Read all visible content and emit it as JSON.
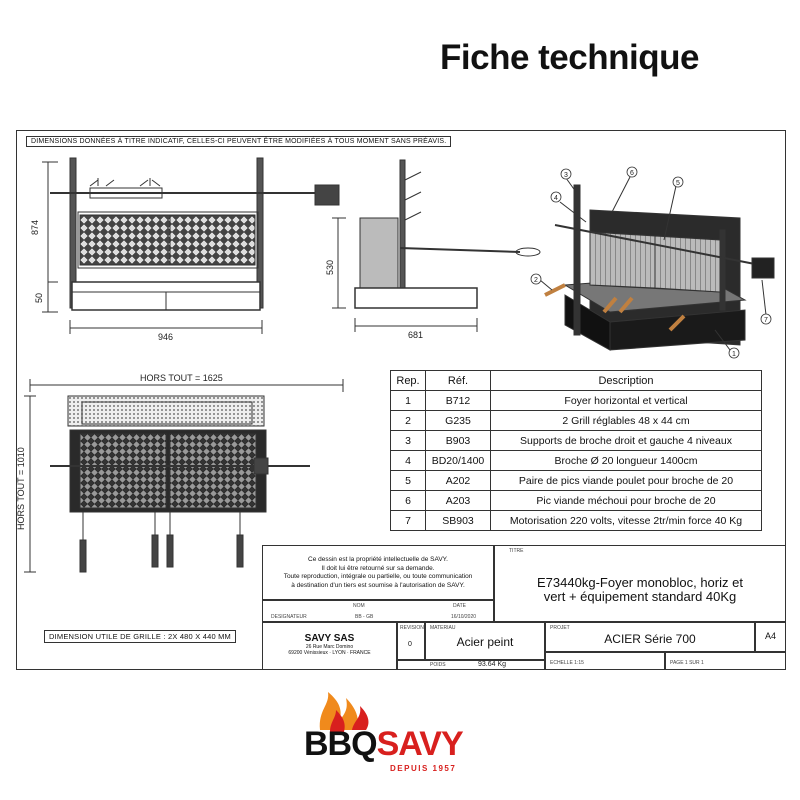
{
  "page": {
    "title": "Fiche technique"
  },
  "drawing": {
    "disclaimer": "DIMENSIONS DONNÉES À TITRE INDICATIF, CELLES-CI PEUVENT ÊTRE MODIFIÉES À TOUS MOMENT SANS PRÉAVIS.",
    "dims": {
      "height_total": "874",
      "height_low": "50",
      "width_front": "946",
      "height_side": "530",
      "depth_side": "681",
      "hors_tout_width": "HORS TOUT = 1625",
      "hors_tout_height": "HORS TOUT = 1010"
    },
    "grill_size": "DIMENSION UTILE DE GRILLE : 2X 480 X 440 MM",
    "callouts": [
      "1",
      "2",
      "3",
      "4",
      "5",
      "6",
      "7"
    ]
  },
  "parts_table": {
    "headers": [
      "Rep.",
      "Réf.",
      "Description"
    ],
    "rows": [
      [
        "1",
        "B712",
        "Foyer horizontal et vertical"
      ],
      [
        "2",
        "G235",
        "2 Grill réglables 48 x 44 cm"
      ],
      [
        "3",
        "B903",
        "Supports de broche droit et gauche 4 niveaux"
      ],
      [
        "4",
        "BD20/1400",
        "Broche Ø 20 longueur 1400cm"
      ],
      [
        "5",
        "A202",
        "Paire de pics viande poulet pour broche de 20"
      ],
      [
        "6",
        "A203",
        "Pic viande méchoui pour broche de 20"
      ],
      [
        "7",
        "SB903",
        "Motorisation 220 volts, vitesse 2tr/min force 40 Kg"
      ]
    ]
  },
  "title_block": {
    "legal": [
      "Ce dessin est la propriété intellectuelle de SAVY.",
      "Il doit lui être retourné sur sa demande.",
      "Toute reproduction, intégrale ou partielle, ou toute communication",
      "à destination d'un tiers est soumise à l'autorisation de SAVY."
    ],
    "titre_label": "TITRE",
    "titre": [
      "E73440kg-Foyer monobloc, horiz et",
      "vert + équipement standard 40Kg"
    ],
    "nom_label": "NOM",
    "date_label": "DATE",
    "designateur_label": "DESIGNATEUR",
    "designateur": "BB - GB",
    "date": "16/10/2020",
    "company": "SAVY SAS",
    "address": [
      "26 Rue Marc Domino",
      "69200 Vénissieux · LYON · FRANCE"
    ],
    "revision_label": "REVISION",
    "revision": "0",
    "material_label": "MATERIAU",
    "material": "Acier peint",
    "projet_label": "PROJET",
    "projet": "ACIER Série 700",
    "format": "A4",
    "poids_label": "POIDS",
    "poids": "93.64 Kg",
    "echelle": "ECHELLE 1:15",
    "page": "PAGE 1 SUR 1"
  },
  "logo": {
    "text": "BBQSAVY",
    "tagline": "DEPUIS 1957",
    "red": "#d8201e",
    "black": "#111111",
    "flame": "#f08a1c"
  }
}
